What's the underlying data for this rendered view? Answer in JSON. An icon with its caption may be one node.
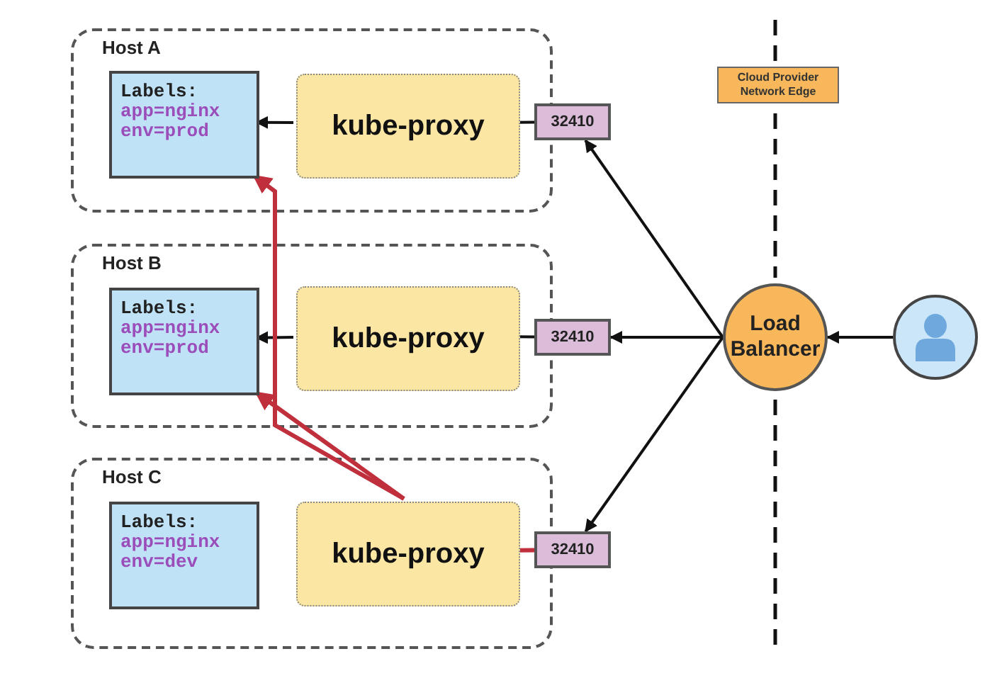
{
  "diagram": {
    "nodes": [
      {
        "text": [
          "Host A"
        ]
      },
      {
        "text": [
          "Labels:",
          "app=nginx env=prod"
        ],
        "in": 0
      },
      {
        "text": [
          "kube-proxy"
        ],
        "in": 0
      },
      {
        "text": [
          "32410"
        ]
      },
      {
        "text": [
          "Host B"
        ]
      },
      {
        "text": [
          "Labels:",
          "app=nginx env=prod"
        ],
        "in": 4
      },
      {
        "text": [
          "kube-proxy"
        ],
        "in": 4
      },
      {
        "text": [
          "32410"
        ]
      },
      {
        "text": [
          "Host C"
        ]
      },
      {
        "text": [
          "Labels:",
          "app=nginx env=dev"
        ],
        "in": 8
      },
      {
        "text": [
          "kube-proxy"
        ],
        "in": 8
      },
      {
        "text": [
          "32410"
        ]
      },
      {
        "text": [
          "Load Balancer"
        ]
      },
      {
        "text": [],
        "shape": "person"
      },
      {
        "text": [
          "Cloud Provider Network Edge"
        ]
      }
    ],
    "edges": [
      {
        "from": 13,
        "to": 12,
        "arrow": "to"
      },
      {
        "from": 12,
        "to": 3,
        "arrow": "to"
      },
      {
        "from": 12,
        "to": 7,
        "arrow": "to"
      },
      {
        "from": 12,
        "to": 11,
        "arrow": "to"
      },
      {
        "from": 3,
        "to": 2,
        "arrow": "none"
      },
      {
        "from": 2,
        "to": 1,
        "arrow": "to"
      },
      {
        "from": 7,
        "to": 6,
        "arrow": "none"
      },
      {
        "from": 6,
        "to": 5,
        "arrow": "to"
      },
      {
        "from": 11,
        "to": 10,
        "arrow": "none",
        "color": "#c0303c"
      },
      {
        "from": 10,
        "to": 1,
        "arrow": "to",
        "color": "#c0303c"
      },
      {
        "from": 10,
        "to": 5,
        "arrow": "to",
        "color": "#c0303c"
      }
    ]
  }
}
